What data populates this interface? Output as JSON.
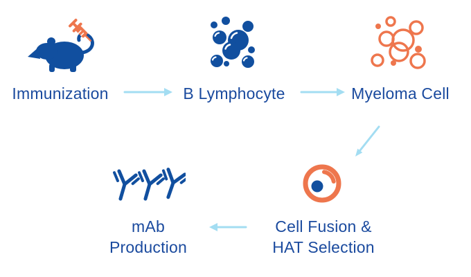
{
  "colors": {
    "background": "#ffffff",
    "text_blue": "#1a4a9e",
    "icon_blue": "#114f9f",
    "icon_orange": "#ee764d",
    "arrow_light_blue": "#a3ddf2"
  },
  "diagram": {
    "steps": [
      {
        "label": "Immunization",
        "icon": "mouse-syringe-icon"
      },
      {
        "label": "B Lymphocyte",
        "icon": "b-lymphocyte-cells-icon"
      },
      {
        "label": "Myeloma Cell",
        "icon": "myeloma-cells-icon"
      },
      {
        "label_line1": "Cell Fusion &",
        "label_line2": "HAT Selection",
        "icon": "cell-fusion-icon"
      },
      {
        "label_line1": "mAb",
        "label_line2": "Production",
        "icon": "antibodies-icon"
      }
    ],
    "arrows": [
      {
        "from": "Immunization",
        "to": "B Lymphocyte",
        "direction": "right"
      },
      {
        "from": "B Lymphocyte",
        "to": "Myeloma Cell",
        "direction": "right"
      },
      {
        "from": "Myeloma Cell",
        "to": "Cell Fusion & HAT Selection",
        "direction": "down-left"
      },
      {
        "from": "Cell Fusion & HAT Selection",
        "to": "mAb Production",
        "direction": "left"
      }
    ]
  }
}
